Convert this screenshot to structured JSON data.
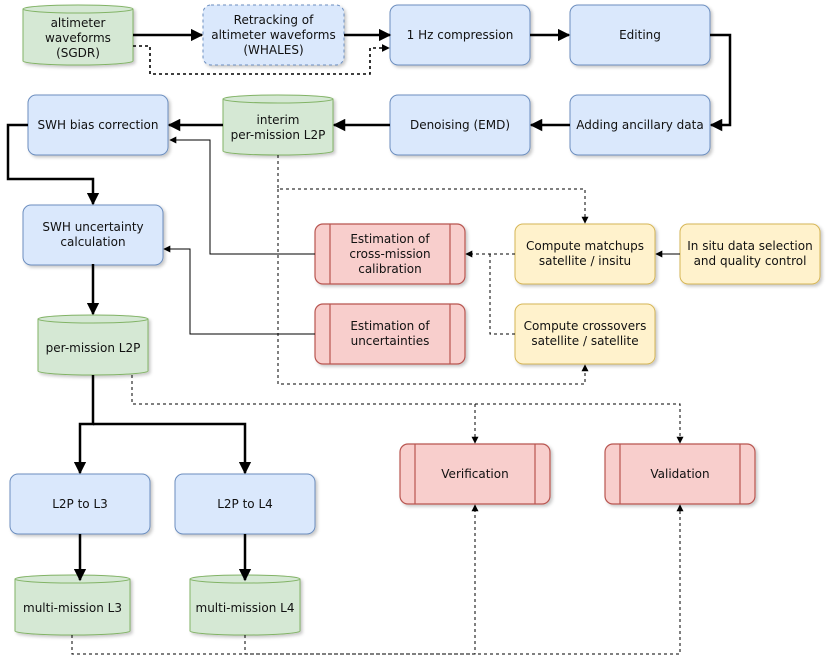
{
  "colors": {
    "blue_fill": "#dae8fc",
    "blue_stroke": "#6c8ebf",
    "green_fill": "#d5e8d4",
    "green_stroke": "#82b366",
    "yellow_fill": "#fff2cc",
    "yellow_stroke": "#d6b656",
    "red_fill": "#f8cecc",
    "red_stroke": "#b85450",
    "edge": "#000000"
  },
  "nodes": {
    "sgdr": "altimeter\nwaveforms\n(SGDR)",
    "whales": "Retracking of\naltimeter waveforms\n(WHALES)",
    "compression": "1 Hz compression",
    "editing": "Editing",
    "ancillary": "Adding ancillary data",
    "denoising": "Denoising (EMD)",
    "interim": "interim\nper-mission L2P",
    "bias": "SWH bias correction",
    "uncertainty_calc": "SWH uncertainty\ncalculation",
    "per_mission": "per-mission L2P",
    "l3": "L2P to L3",
    "l4": "L2P to L4",
    "multi_l3": "multi-mission L3",
    "multi_l4": "multi-mission L4",
    "cross_cal": "Estimation of\ncross-mission\ncalibration",
    "est_unc": "Estimation of\nuncertainties",
    "matchups": "Compute matchups\nsatellite / insitu",
    "crossovers": "Compute crossovers\nsatellite / satellite",
    "insitu": "In situ data selection\nand quality control",
    "verification": "Verification",
    "validation": "Validation"
  }
}
